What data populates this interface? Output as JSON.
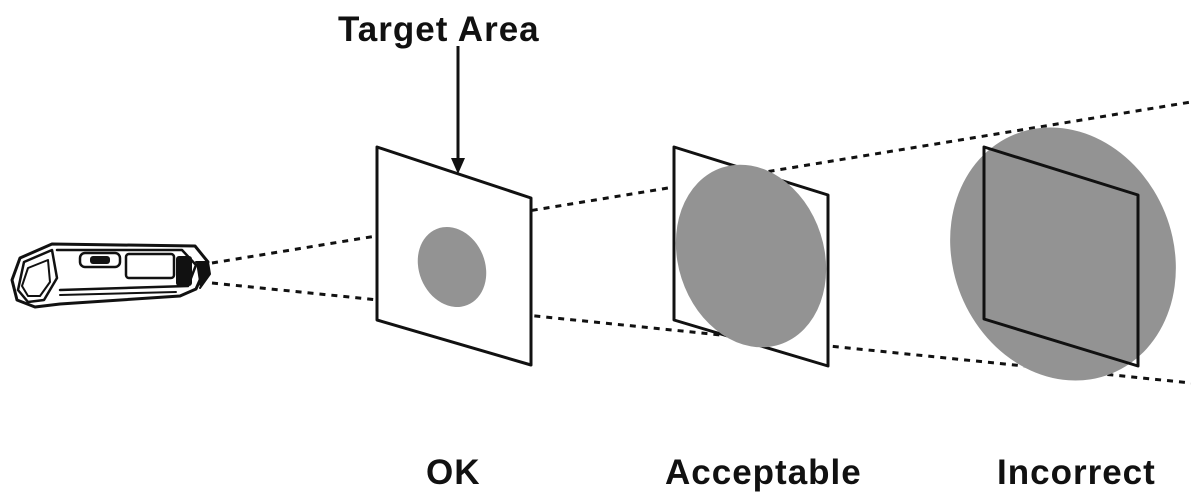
{
  "diagram": {
    "title": "Target Area",
    "cases": [
      {
        "label": "OK"
      },
      {
        "label": "Acceptable"
      },
      {
        "label": "Incorrect"
      }
    ],
    "colors": {
      "spot": "#939393",
      "line": "#111111",
      "background": "#ffffff"
    }
  }
}
